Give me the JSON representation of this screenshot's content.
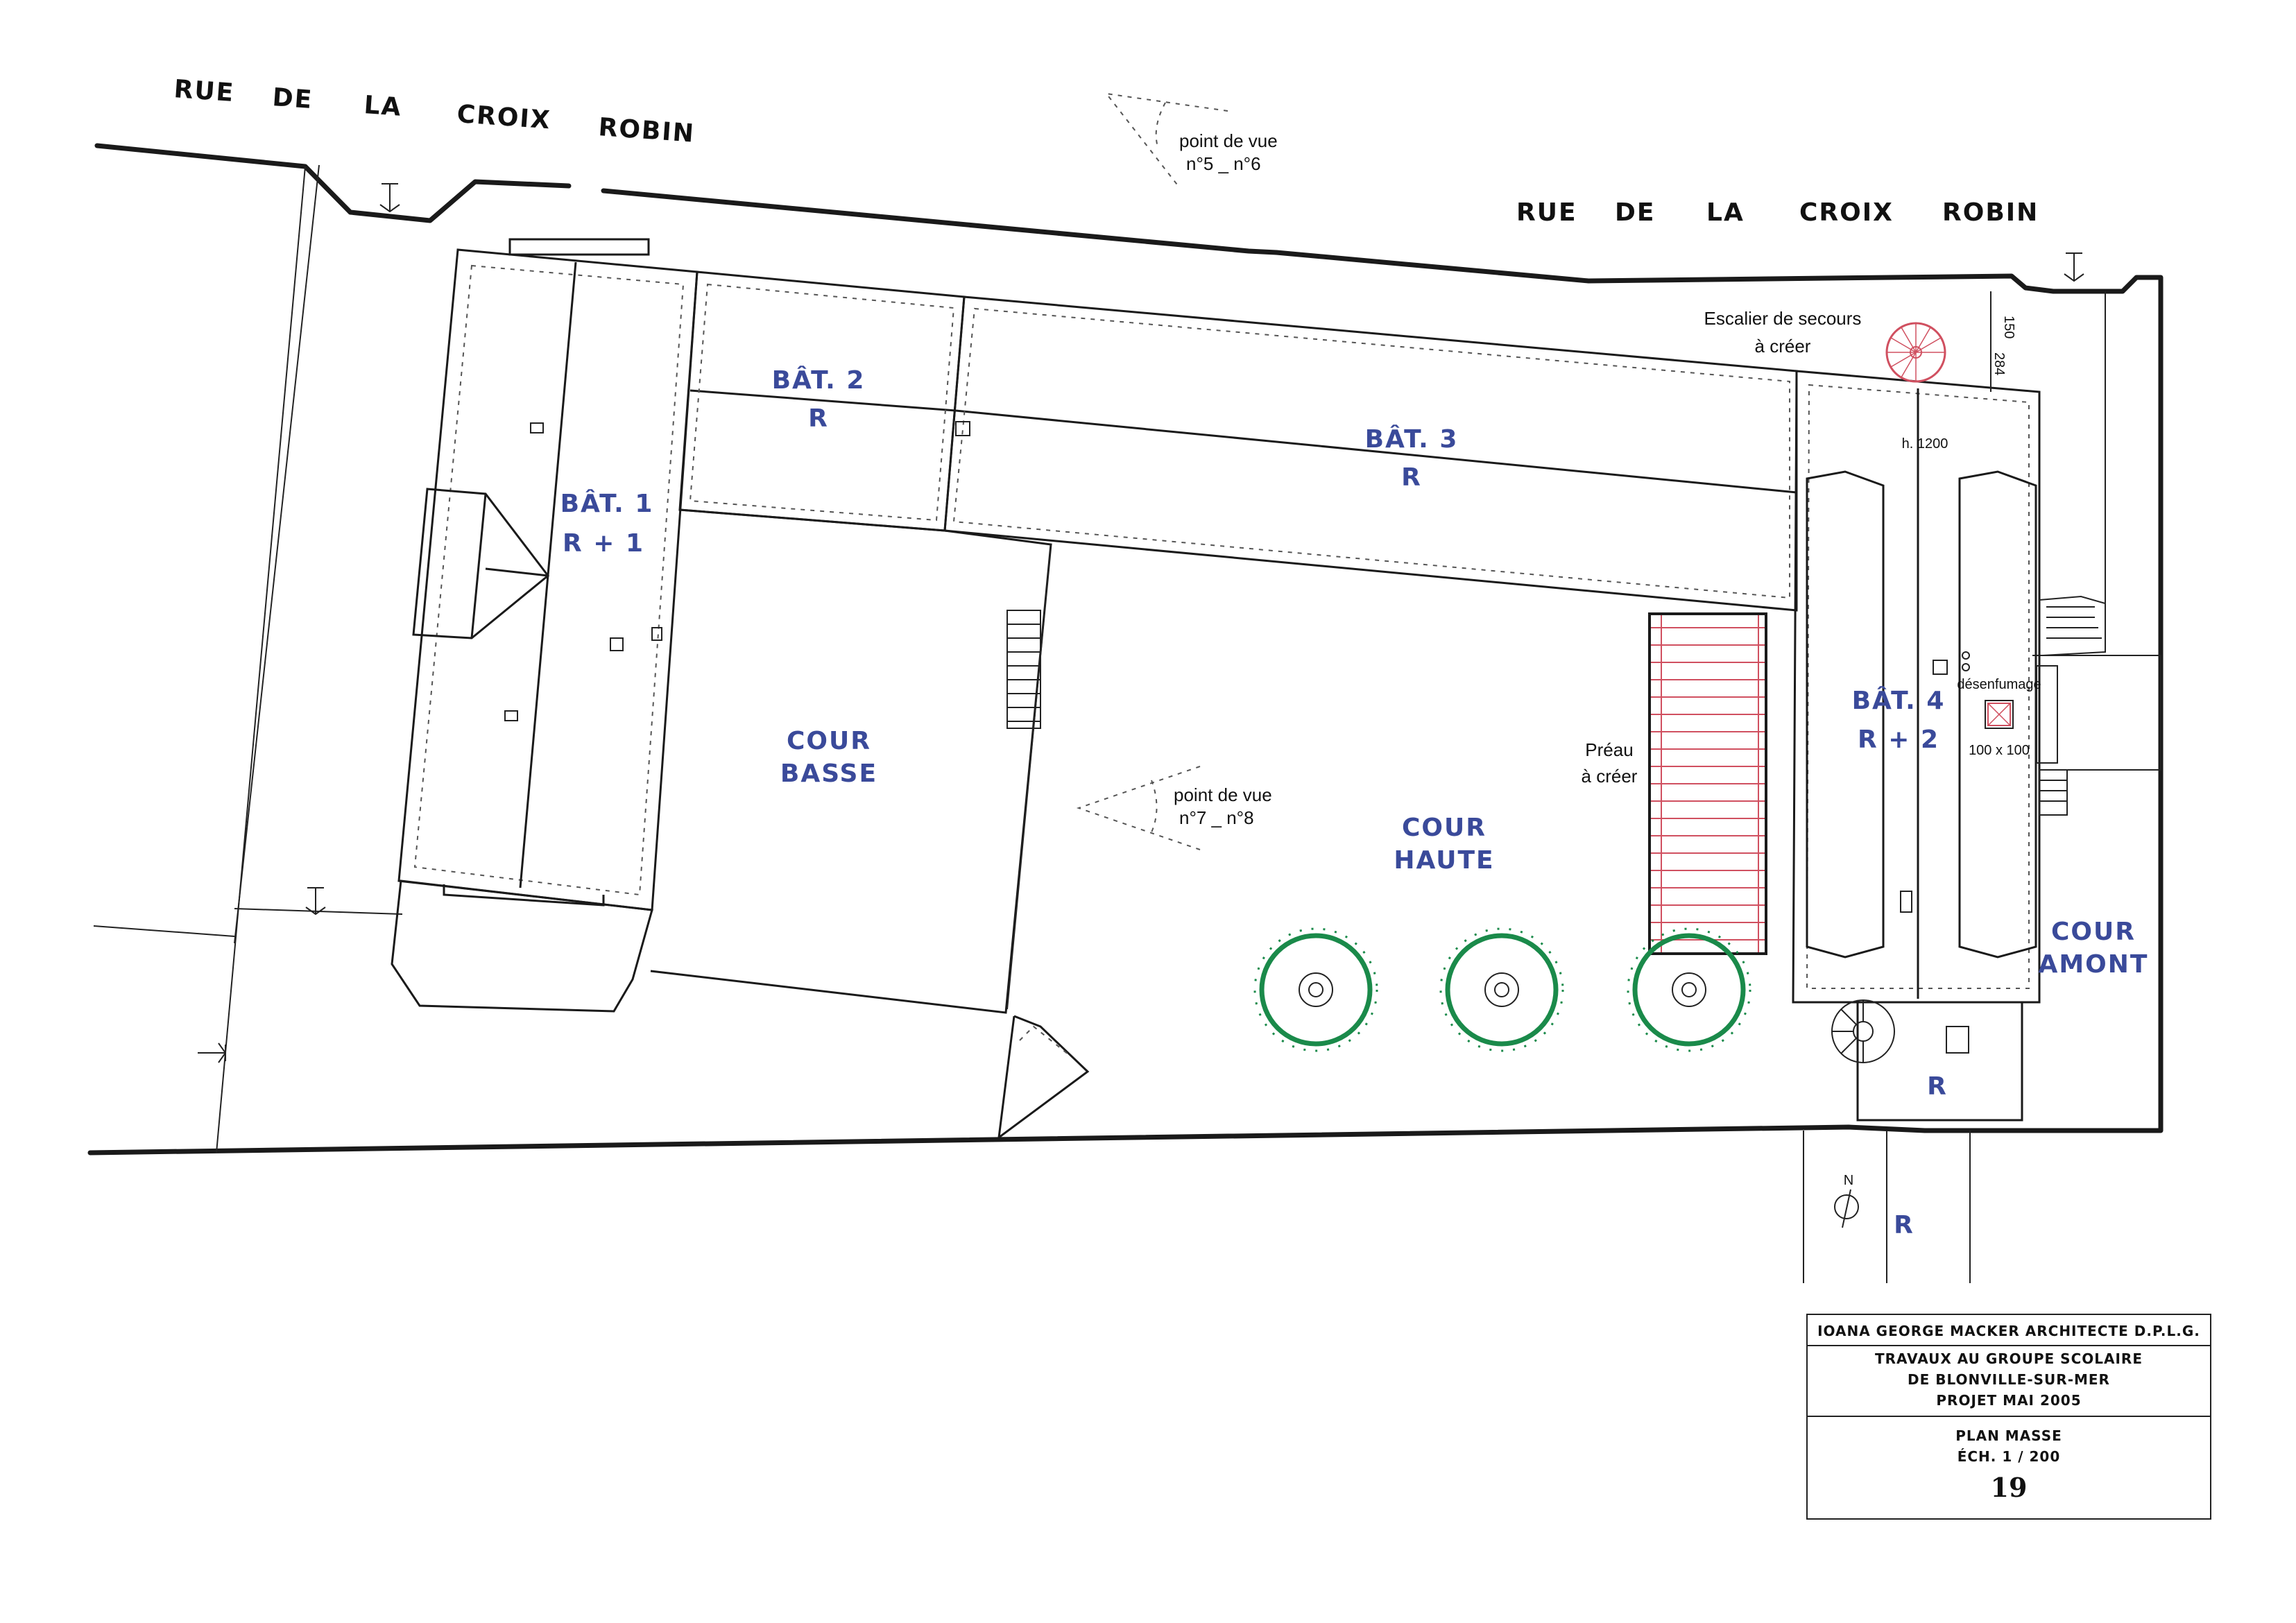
{
  "streets": {
    "top_left": [
      "RUE",
      "DE",
      "LA",
      "CROIX",
      "ROBIN"
    ],
    "top_right": [
      "RUE",
      "DE",
      "LA",
      "CROIX",
      "ROBIN"
    ]
  },
  "buildings": {
    "bat1": {
      "name": "BÂT. 1",
      "level": "R + 1"
    },
    "bat2": {
      "name": "BÂT. 2",
      "level": "R"
    },
    "bat3": {
      "name": "BÂT. 3",
      "level": "R"
    },
    "bat4": {
      "name": "BÂT. 4",
      "level": "R + 2"
    },
    "annex_r": "R",
    "south_r": "R"
  },
  "courtyards": {
    "basse": [
      "COUR",
      "BASSE"
    ],
    "haute": [
      "COUR",
      "HAUTE"
    ],
    "amont": [
      "COUR",
      "AMONT"
    ]
  },
  "notes": {
    "viewpoint_top": [
      "point de vue",
      "n°5 _  n°6"
    ],
    "viewpoint_mid": [
      "point de vue",
      "n°7 _  n°8"
    ],
    "escalier": [
      "Escalier de secours",
      "à créer"
    ],
    "preau": [
      "Préau",
      "à créer"
    ],
    "height": "h. 1200",
    "desenfumage": "désenfumage",
    "desenfumage_size": "100 x 100",
    "dim_150": "150",
    "dim_284": "284",
    "north": "N"
  },
  "title_block": {
    "architect": "IOANA GEORGE MACKER ARCHITECTE D.P.L.G.",
    "project": [
      "TRAVAUX AU GROUPE SCOLAIRE",
      "DE BLONVILLE-SUR-MER",
      "PROJET  MAI  2005"
    ],
    "plan": [
      "PLAN MASSE",
      "ÉCH. 1 / 200"
    ],
    "number": "19"
  },
  "colors": {
    "label": "#3a4a9a",
    "trees": "#1a8a4a",
    "red_hatch": "#d05060",
    "ink": "#1a1a1a"
  }
}
